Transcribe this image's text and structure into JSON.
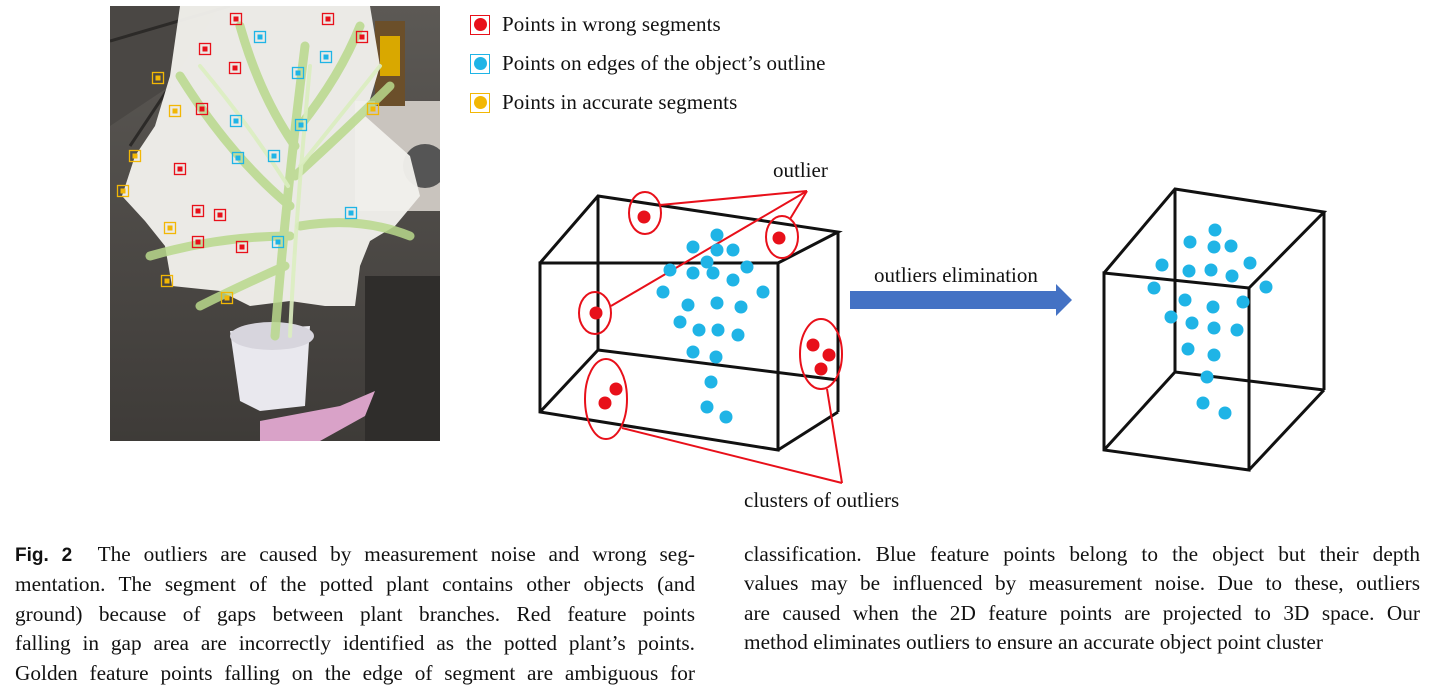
{
  "legend": {
    "items": [
      {
        "label": "Points in wrong segments",
        "color": "#e8101a"
      },
      {
        "label": "Points on edges of  the object’s outline",
        "color": "#1fb4e6"
      },
      {
        "label": "Points in accurate segments",
        "color": "#f2b705"
      }
    ]
  },
  "diagram": {
    "outlier_label": "outlier",
    "clusters_label": "clusters of outliers",
    "arrow_label": "outliers elimination"
  },
  "caption": {
    "fig_label": "Fig. 2",
    "left_lines": [
      "The outliers are caused by measurement noise and wrong seg-",
      "mentation. The segment of the potted plant contains other objects (and",
      "ground) because of gaps between plant branches. Red feature points",
      "falling in gap area are incorrectly identified as the potted plant’s points.",
      "Golden feature points falling on the edge of segment are ambiguous for"
    ],
    "right_lines": [
      "classification. Blue feature points belong to the object but their depth",
      "values may be influenced by measurement noise. Due to these, outliers",
      "are caused when the 2D feature points are projected to 3D space. Our",
      "method eliminates outliers to ensure an accurate object point cluster"
    ]
  },
  "colors": {
    "red": "#e8101a",
    "blue": "#1fb4e6",
    "gold": "#f2b705",
    "arrow": "#4472c4"
  }
}
